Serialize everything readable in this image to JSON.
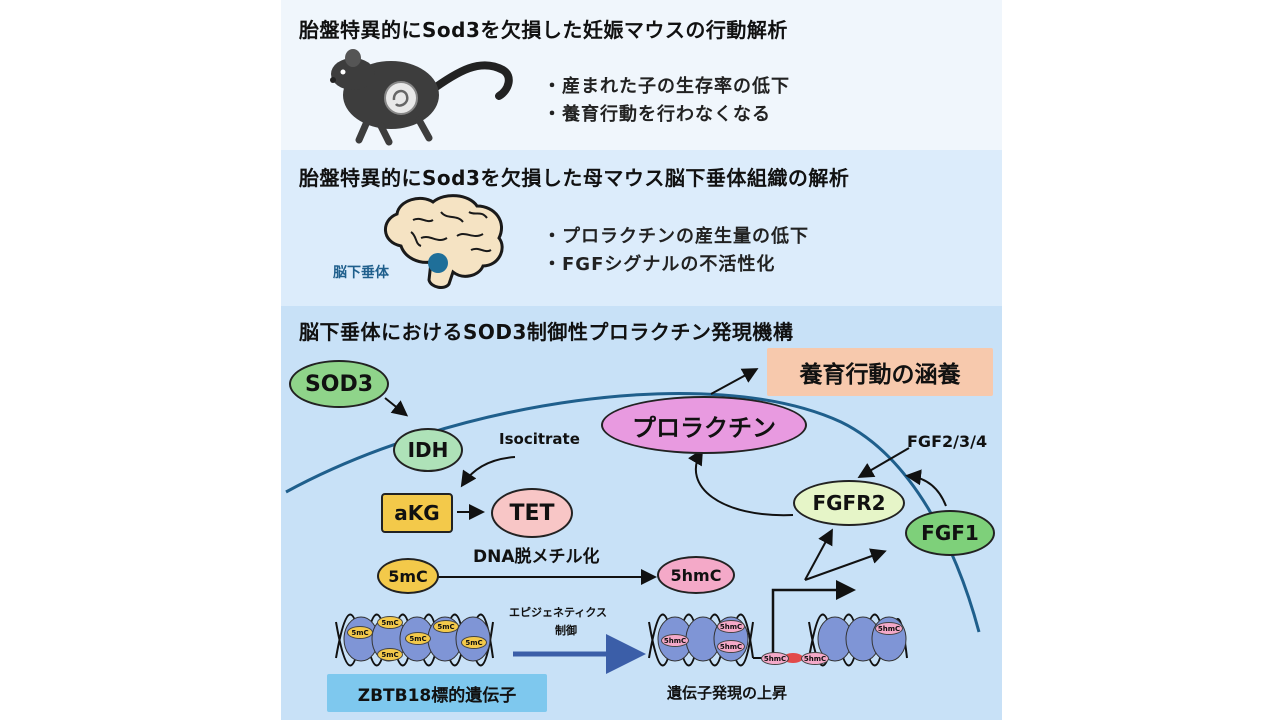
{
  "panel1": {
    "title": "胎盤特異的にSod3を欠損した妊娠マウスの行動解析",
    "bullets": [
      "・産まれた子の生存率の低下",
      "・養育行動を行わなくなる"
    ],
    "icon": "pregnant-mouse-icon"
  },
  "panel2": {
    "title": "胎盤特異的にSod3を欠損した母マウス脳下垂体組織の解析",
    "bullets": [
      "・プロラクチンの産生量の低下",
      "・FGFシグナルの不活性化"
    ],
    "brain_label": "脳下垂体",
    "icon": "brain-icon"
  },
  "panel3": {
    "title": "脳下垂体におけるSOD3制御性プロラクチン発現機構",
    "nodes": {
      "sod3": "SOD3",
      "idh": "IDH",
      "akg": "aKG",
      "tet": "TET",
      "mc5": "5mC",
      "hmc5": "5hmC",
      "prolactin": "プロラクチン",
      "nurturing": "養育行動の涵養",
      "fgfr2": "FGFR2",
      "fgf1": "FGF1",
      "zbtb18": "ZBTB18標的遺伝子"
    },
    "labels": {
      "isocitrate": "Isocitrate",
      "dna_demethylation": "DNA脱メチル化",
      "fgf234": "FGF2/3/4",
      "epigenetic": "エピジェネティクス",
      "control": "制御",
      "gene_expression_up": "遺伝子発現の上昇",
      "bead_5mc": "5mC",
      "bead_5hmc": "5hmC"
    }
  },
  "colors": {
    "panel1_bg": "#f0f6fc",
    "panel2_bg": "#dcecfb",
    "panel3_bg": "#c8e1f7",
    "green_node": "#7ed07a",
    "light_green_node": "#e6f5c8",
    "pink_node": "#f8c6c6",
    "magenta_node": "#e89ae0",
    "yellow_node": "#f3c94a",
    "nurturing_box": "#f7c9ad",
    "zbtb18_box": "#7ec8ee",
    "nucleosome": "#7f95d6",
    "cell_membrane": "#1f5f8c"
  }
}
